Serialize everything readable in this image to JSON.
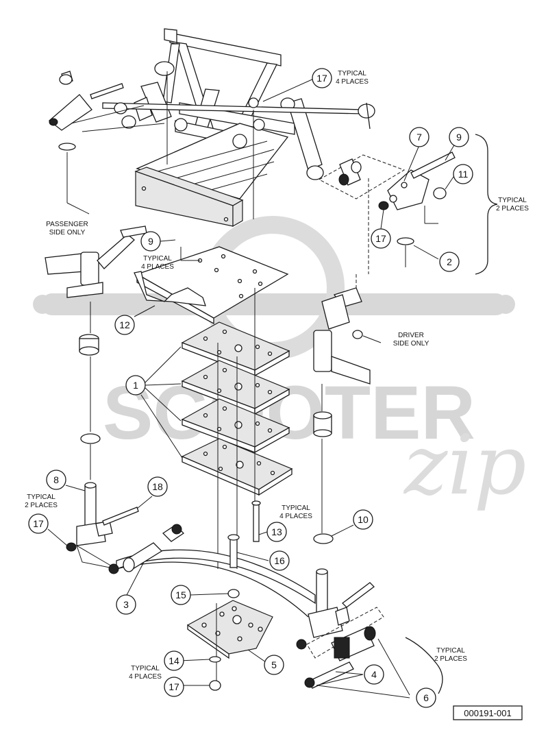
{
  "drawing_id": "000191-001",
  "watermark": {
    "brand": "SCOOTER",
    "logo_text": "zip"
  },
  "callouts": [
    {
      "num": "1"
    },
    {
      "num": "2"
    },
    {
      "num": "3"
    },
    {
      "num": "4"
    },
    {
      "num": "5"
    },
    {
      "num": "6"
    },
    {
      "num": "7"
    },
    {
      "num": "8"
    },
    {
      "num": "9"
    },
    {
      "num": "9"
    },
    {
      "num": "10"
    },
    {
      "num": "11"
    },
    {
      "num": "12"
    },
    {
      "num": "13"
    },
    {
      "num": "14"
    },
    {
      "num": "15"
    },
    {
      "num": "16"
    },
    {
      "num": "17"
    },
    {
      "num": "17"
    },
    {
      "num": "17"
    },
    {
      "num": "17"
    },
    {
      "num": "18"
    }
  ],
  "notes": {
    "typ4_top": [
      "TYPICAL",
      "4 PLACES"
    ],
    "typ2_right": [
      "TYPICAL",
      "2 PLACES"
    ],
    "passenger": [
      "PASSENGER",
      "SIDE ONLY"
    ],
    "typ4_mid": [
      "TYPICAL",
      "4 PLACES"
    ],
    "driver": [
      "DRIVER",
      "SIDE ONLY"
    ],
    "typ2_left": [
      "TYPICAL",
      "2 PLACES"
    ],
    "typ4_13": [
      "TYPICAL",
      "4 PLACES"
    ],
    "typ2_bottom": [
      "TYPICAL",
      "2 PLACES"
    ],
    "typ4_bottom": [
      "TYPICAL",
      "4 PLACES"
    ]
  }
}
